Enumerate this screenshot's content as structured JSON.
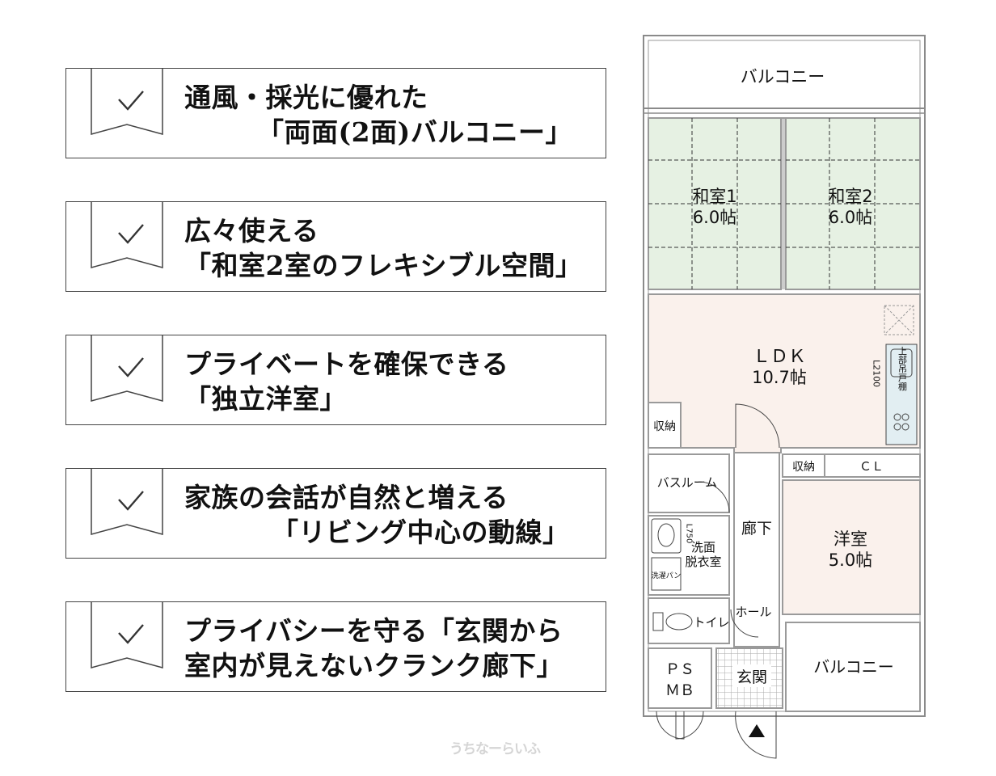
{
  "features": [
    {
      "line1": "通風・採光に優れた",
      "line2": "「両面(2面)バルコニー」"
    },
    {
      "line1": "広々使える",
      "line2": "「和室2室のフレキシブル空間」"
    },
    {
      "line1": "プライベートを確保できる",
      "line2": "「独立洋室」"
    },
    {
      "line1": "家族の会話が自然と増える",
      "line2": "「リビング中心の動線」"
    },
    {
      "line1": "プライバシーを守る「玄関から",
      "line2": "室内が見えないクランク廊下」"
    }
  ],
  "plan": {
    "balcony_top": "バルコニー",
    "washitsu1_name": "和室1",
    "washitsu1_size": "6.0帖",
    "washitsu2_name": "和室2",
    "washitsu2_size": "6.0帖",
    "ldk_name": "ＬＤＫ",
    "ldk_size": "10.7帖",
    "kitchen_length": "L2100",
    "kitchen_cabinet": "上部吊戸棚",
    "storage_ldk": "収納",
    "storage_hall": "収納",
    "closet": "ＣＬ",
    "bathroom": "バスルーム",
    "washroom_line1": "洗面",
    "washroom_line2": "脱衣室",
    "vanity": "L750",
    "washer": "洗濯パン",
    "toilet": "トイレ",
    "corridor": "廊下",
    "hall": "ホール",
    "youshitsu_name": "洋室",
    "youshitsu_size": "5.0帖",
    "balcony_bottom": "バルコニー",
    "ps": "ＰＳ",
    "mb": "ＭＢ",
    "entrance": "玄関"
  },
  "watermark": "うちなーらいふ",
  "colors": {
    "tatami": "#e6f1e3",
    "ldk_floor": "#faf1ec",
    "wall": "#9a9a9a"
  }
}
